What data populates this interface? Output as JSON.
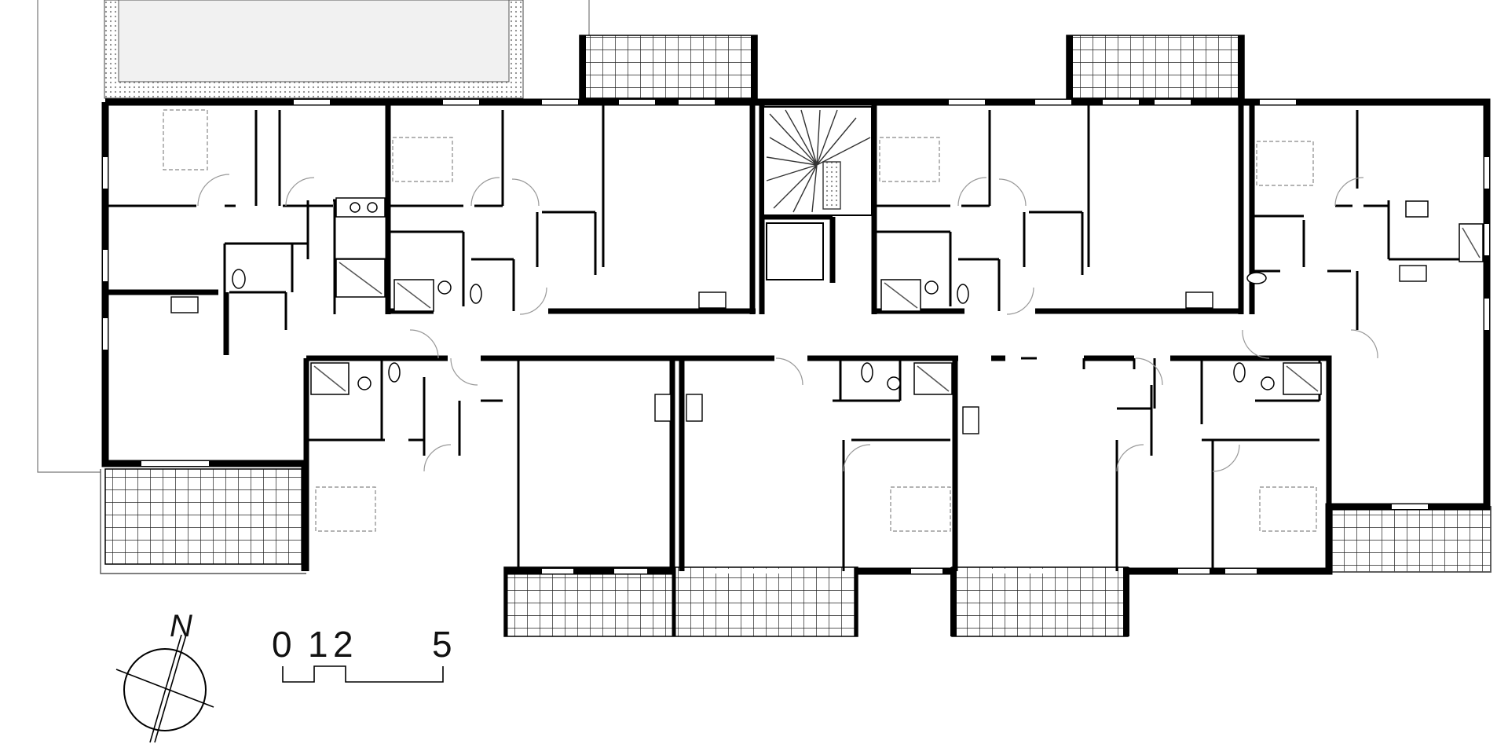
{
  "drawing": {
    "type": "floor-plan",
    "north_label": "N",
    "scale_bar": {
      "labels": [
        "0",
        "1",
        "2",
        "5"
      ]
    },
    "balcony_count": 7,
    "stair_count": 1,
    "colors": {
      "wall": "#000000",
      "line": "#555555",
      "balcony_grid": "#222222",
      "courtyard": "#f1f1f1"
    }
  }
}
